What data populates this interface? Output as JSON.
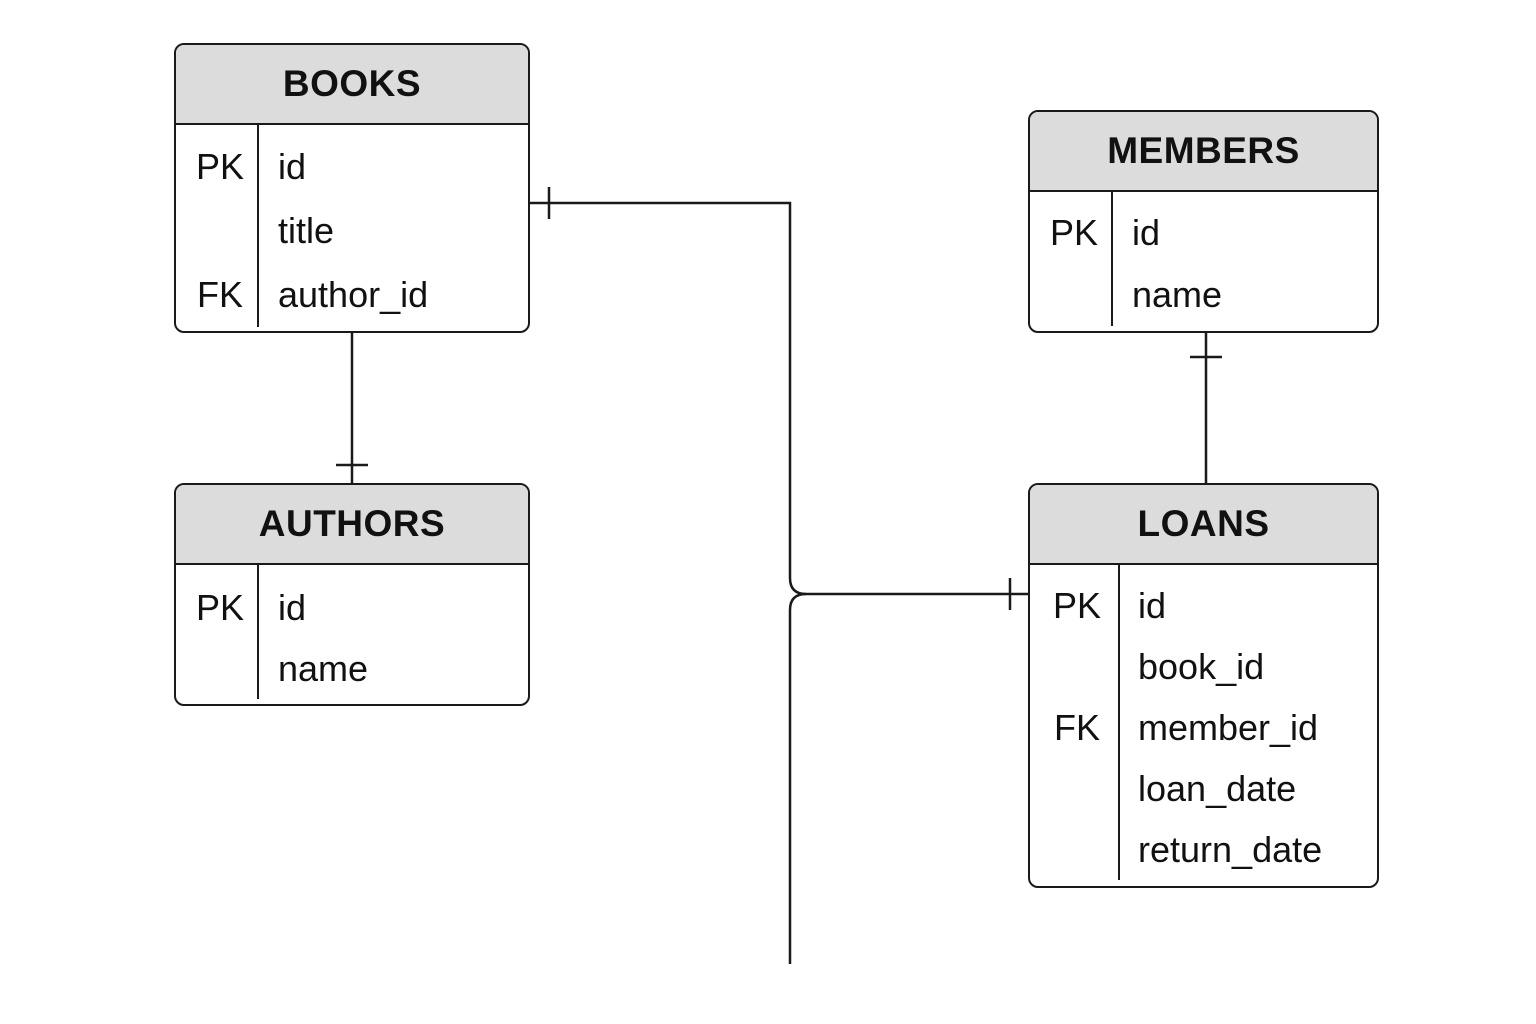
{
  "entities": {
    "books": {
      "title": "BOOKS",
      "fields": [
        {
          "key": "PK",
          "name": "id"
        },
        {
          "key": "",
          "name": "title"
        },
        {
          "key": "FK",
          "name": "author_id"
        }
      ]
    },
    "authors": {
      "title": "AUTHORS",
      "fields": [
        {
          "key": "PK",
          "name": "id"
        },
        {
          "key": "",
          "name": "name"
        }
      ]
    },
    "members": {
      "title": "MEMBERS",
      "fields": [
        {
          "key": "PK",
          "name": "id"
        },
        {
          "key": "",
          "name": "name"
        }
      ]
    },
    "loans": {
      "title": "LOANS",
      "fields": [
        {
          "key": "PK",
          "name": "id"
        },
        {
          "key": "",
          "name": "book_id"
        },
        {
          "key": "FK",
          "name": "member_id"
        },
        {
          "key": "",
          "name": "loan_date"
        },
        {
          "key": "",
          "name": "return_date"
        }
      ]
    }
  },
  "relationships": [
    {
      "from": "books",
      "to": "authors",
      "cardinality": "one"
    },
    {
      "from": "books",
      "to": "loans",
      "cardinality": "one"
    },
    {
      "from": "members",
      "to": "loans",
      "cardinality": "one"
    }
  ]
}
